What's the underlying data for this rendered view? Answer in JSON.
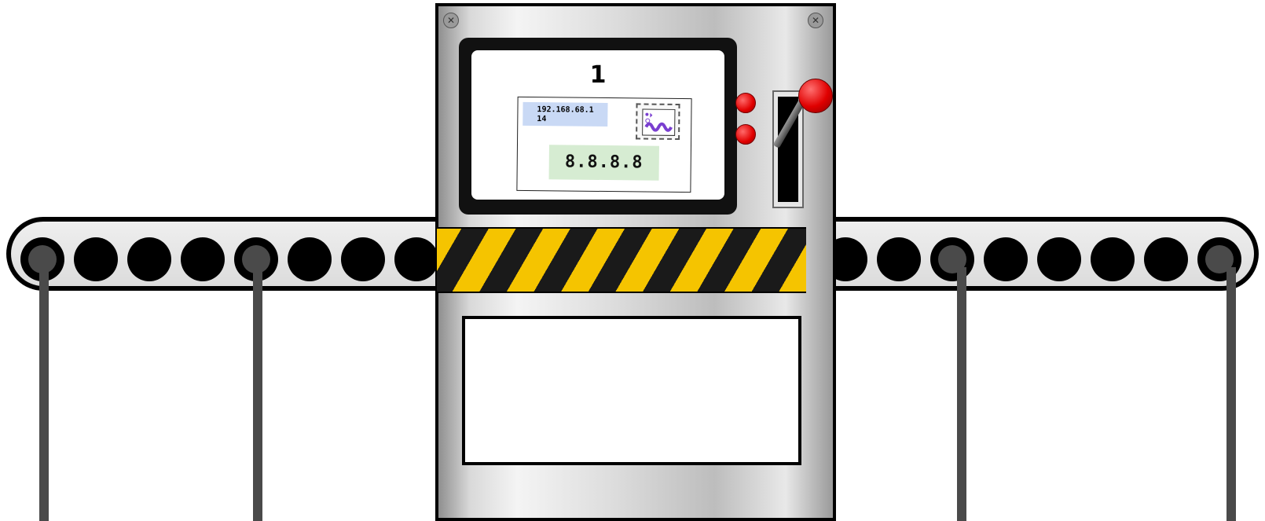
{
  "machine": {
    "counter": "1",
    "packet": {
      "source_ip": "192.168.68.1\n14",
      "destination_ip": "8.8.8.8",
      "stamp_icon": "stamp-icon"
    },
    "led_color": "#e10000",
    "hazard_colors": [
      "#f5c400",
      "#1a1a1a"
    ]
  },
  "conveyor": {
    "belt_color": "#e6e6e6",
    "roller_color": "#000000"
  }
}
